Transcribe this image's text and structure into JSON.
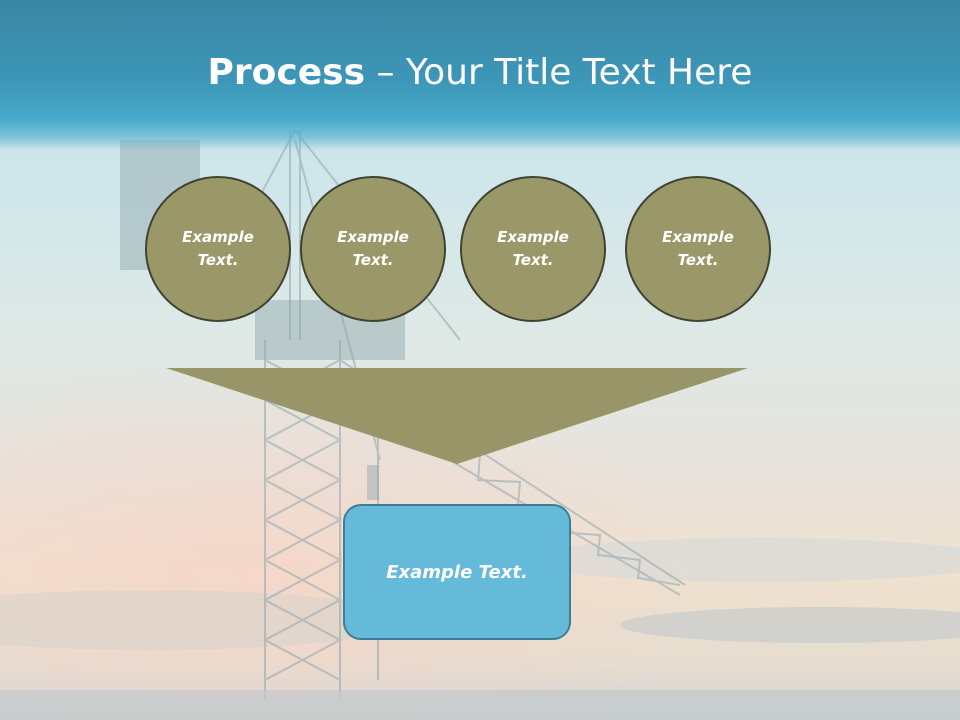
{
  "title": {
    "bold": "Process",
    "rest": " – Your Title Text Here"
  },
  "circles": [
    {
      "text": "Example\nText."
    },
    {
      "text": "Example\nText."
    },
    {
      "text": "Example\nText."
    },
    {
      "text": "Example\nText."
    }
  ],
  "result_box": {
    "text": "Example Text."
  },
  "colors": {
    "title_bar": "#3d97b8",
    "circle_fill": "#9a9868",
    "circle_border": "#3f4430",
    "funnel_fill": "#989569",
    "box_fill": "#65b9d9",
    "box_border": "#3d7f9a"
  }
}
